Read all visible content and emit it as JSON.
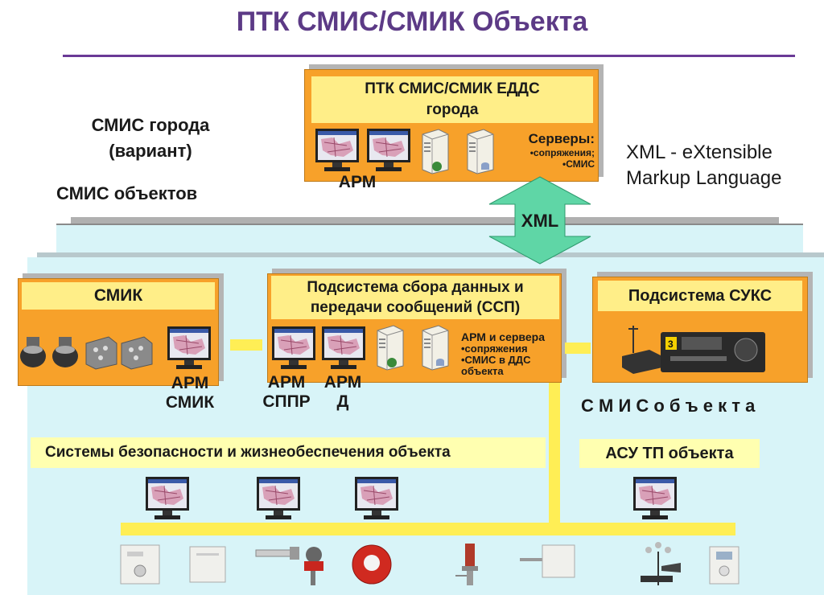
{
  "title": "ПТК СМИС/СМИК Объекта",
  "left_labels": {
    "city_line1": "СМИС города",
    "city_line2": "(вариант)",
    "objects": "СМИС объектов"
  },
  "xml_note": {
    "line1": "XML - eXtensible",
    "line2": "Markup Language"
  },
  "edds_box": {
    "title_line1": "ПТК СМИС/СМИК  ЕДДС",
    "title_line2": "города",
    "servers_title": "Серверы:",
    "servers_items": [
      "•сопряжения;",
      "•СМИС"
    ],
    "arm_label": "АРМ"
  },
  "xml_arrow_label": "XML",
  "smik_box": {
    "title": "СМИК",
    "arm_line1": "АРМ",
    "arm_line2": "СМИК"
  },
  "ssp_box": {
    "title_line1": "Подсистема сбора данных и",
    "title_line2": "передачи сообщений (ССП)",
    "arm_sppr_line1": "АРМ",
    "arm_sppr_line2": "СППР",
    "arm_d_line1": "АРМ",
    "arm_d_line2": "Д",
    "servers_title": "АРМ и сервера",
    "servers_items": [
      "•сопряжения",
      "•СМИС в ДДС",
      "объекта"
    ]
  },
  "suks_box": {
    "title": "Подсистема СУКС",
    "radio_channel": "3"
  },
  "smis_object_label": "С М И С   о б ъ е к т а",
  "safety_label": "Системы безопасности и жизнеобеспечения объекта",
  "asu_label": "АСУ ТП объекта",
  "colors": {
    "title": "#5c3a86",
    "box_orange": "#f7a12a",
    "header_yellow": "#ffee88",
    "panel_cyan": "#d8f4f8",
    "arrow_green": "#5fd6a6"
  }
}
